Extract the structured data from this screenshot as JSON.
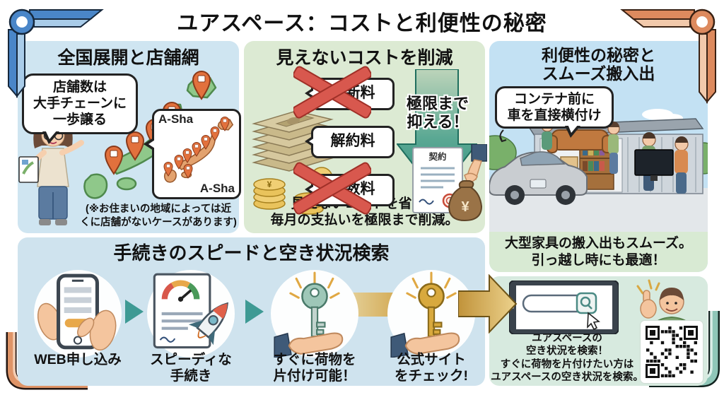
{
  "title": "ユアスペース：コストと利便性の秘密",
  "colors": {
    "accent_blue": "#4a86c8",
    "accent_orange": "#dd8a5e",
    "accent_teal": "#3e9a94",
    "accent_gold": "#cfa143",
    "cross_red": "#d8584e",
    "arrow_green": "#2f8e7e",
    "panel_blue": "#cfe5f1",
    "panel_green": "#dcead3"
  },
  "panels": {
    "stores": {
      "title": "全国展開と店舗網",
      "bubble": "店舗数は\n大手チェーンに\n一歩譲る",
      "inset_label_top": "A-Sha",
      "inset_label_bottom": "A-Sha",
      "note": "(※お住まいの地域によっては近\nくに店舗がないケースがあります)"
    },
    "costs": {
      "title": "見えないコストを削減",
      "fees": [
        "更新料",
        "解約料",
        "手数料"
      ],
      "arrow_label": "極限まで\n抑える！",
      "contract_label": "契約",
      "moneybag_symbol": "¥",
      "caption": "見えないコストを省き、\n毎月の支払いを極限まで削減。"
    },
    "convenience": {
      "title": "利便性の秘密と\nスムーズ搬入出",
      "bubble": "コンテナ前に\n車を直接横付け",
      "caption": "大型家具の搬入出もスムーズ。\n引っ越し時にも最適！"
    },
    "procedure": {
      "title": "手続きのスピードと空き状況検索",
      "steps": [
        {
          "label": "WEB申し込み",
          "icon": "smartphone-tap-icon"
        },
        {
          "label": "スピーディな\n手続き",
          "icon": "document-speed-rocket-icon"
        },
        {
          "label": "すぐに荷物を\n片付け可能！",
          "icon": "teal-key-on-hand-icon"
        },
        {
          "label": "公式サイト\nをチェック!",
          "icon": "gold-key-on-hand-icon"
        }
      ]
    },
    "search": {
      "caption": "ユアスペースの\n空き状況を検索！\nすぐに荷物を片付けたい方は\nユアスペースの空き状況を検索。",
      "icons": [
        "tablet-search-bar-icon",
        "cursor-icon",
        "thumbs-up-man-icon",
        "qr-code-icon"
      ]
    }
  }
}
